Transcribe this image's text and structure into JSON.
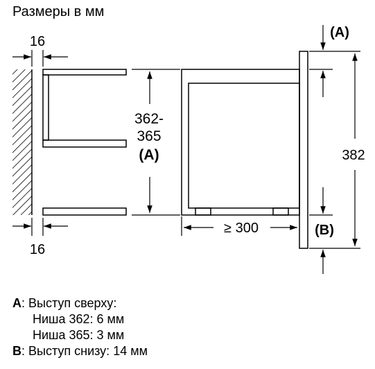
{
  "title": "Размеры в мм",
  "dims": {
    "top_gap": "16",
    "bottom_gap": "16",
    "niche_height_line1": "362-",
    "niche_height_line2": "365",
    "niche_height_ref": "(A)",
    "depth": "≥ 300",
    "total_height": "382",
    "ref_a": "(A)",
    "ref_b": "(B)"
  },
  "legend": {
    "a_key": "A",
    "a_text": ": Выступ сверху:",
    "a_line1": "Ниша 362: 6 мм",
    "a_line2": "Ниша 365: 3 мм",
    "b_key": "B",
    "b_text": ": Выступ снизу: 14 мм"
  }
}
